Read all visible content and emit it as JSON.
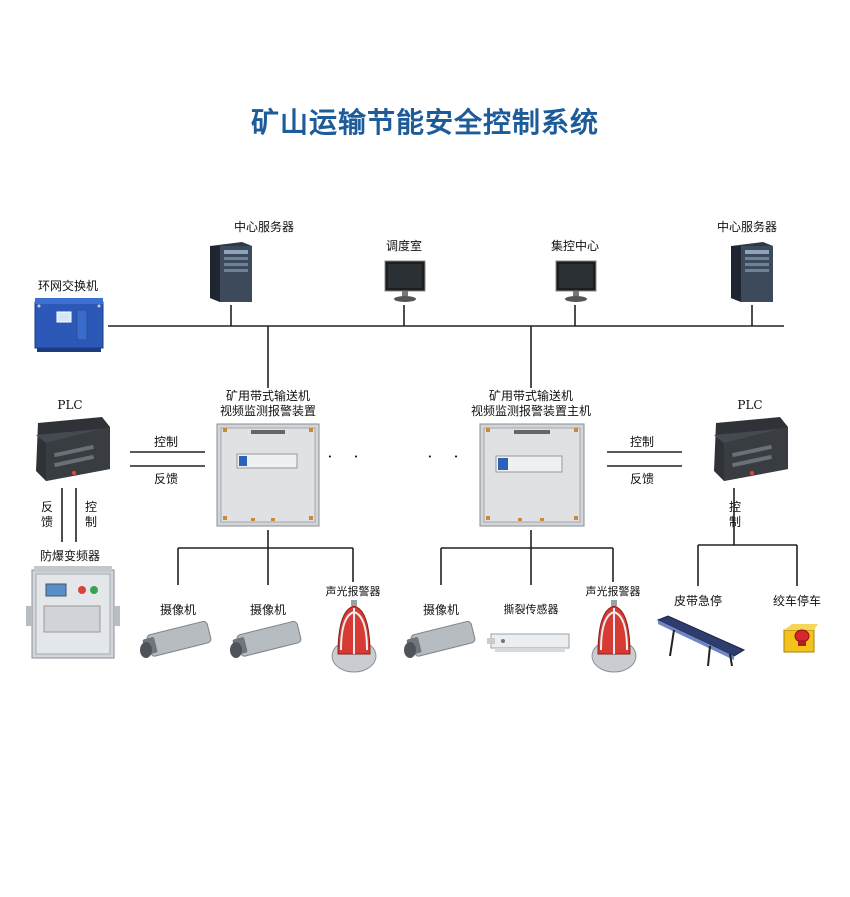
{
  "title": "矿山运输节能安全控制系统",
  "labels": {
    "ring_switch": "环网交换机",
    "server_left": "中心服务器",
    "dispatch_room": "调度室",
    "control_center": "集控中心",
    "server_right": "中心服务器",
    "host_left_line1": "矿用带式输送机",
    "host_left_line2": "视频监测报警装置",
    "host_right_line1": "矿用带式输送机",
    "host_right_line2": "视频监测报警装置主机",
    "plc_left": "PLC",
    "plc_right": "PLC",
    "control_left": "控制",
    "feedback_left": "反馈",
    "control_right": "控制",
    "feedback_right": "反馈",
    "feedback_vertical": "反馈",
    "control_vertical_left": "控制",
    "control_vertical_right": "控制",
    "inverter": "防爆变频器",
    "camera_1": "摄像机",
    "camera_2": "摄像机",
    "alarm_1": "声光报警器",
    "camera_3": "摄像机",
    "tear_sensor": "撕裂传感器",
    "alarm_2": "声光报警器",
    "belt_estop": "皮带急停",
    "winch_stop": "绞车停车",
    "ellipsis_left": "· ·",
    "ellipsis_right": "· ·"
  },
  "colors": {
    "title": "#1d5c98",
    "line": "#222222"
  },
  "icons": {
    "server": "server-tower-icon",
    "monitor": "lcd-monitor-icon",
    "switch": "explosion-proof-switch-cabinet-icon",
    "plc": "plc-module-icon",
    "host": "video-monitoring-host-cabinet-icon",
    "inverter": "explosion-proof-inverter-icon",
    "camera": "explosion-proof-camera-icon",
    "alarm": "red-beacon-alarm-icon",
    "sensor": "tear-sensor-icon",
    "conveyor": "belt-conveyor-icon",
    "estop": "emergency-stop-button-icon"
  }
}
